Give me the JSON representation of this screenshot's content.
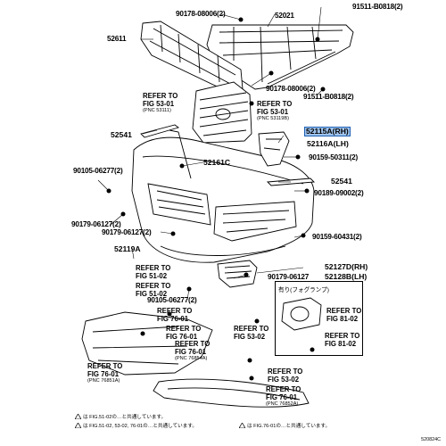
{
  "parts": {
    "p90178_08006_2": "90178-08006(2)",
    "p52021": "52021",
    "p91511_b0818_2a": "91511-B0818(2)",
    "p52611": "52611",
    "p90178_08006_2b": "90178-08006(2)",
    "p91511_b0818_2b": "91511-B0818(2)",
    "p52541a": "52541",
    "p52115a_rh": "52115A(RH)",
    "p52116a_lh": "52116A(LH)",
    "p52161c": "52161C",
    "p90159_50311_2": "90159-50311(2)",
    "p90105_06277_2": "90105-06277(2)",
    "p52541b": "52541",
    "p90189_09002_2": "90189-09002(2)",
    "p90179_06127_2a": "90179-06127(2)",
    "p90179_06127_2b": "90179-06127(2)",
    "p90159_60431_2": "90159-60431(2)",
    "p52119a": "52119A",
    "p52127d_rh": "52127D(RH)",
    "p52128b_lh": "52128B(LH)",
    "p90179_06127": "90179-06127",
    "p90105_06277_2b": "90105-06277(2)"
  },
  "refs": {
    "r1": {
      "l1": "REFER TO",
      "l2": "FIG 53-01",
      "pnc": "(PNC 53111)"
    },
    "r2": {
      "l1": "REFER TO",
      "l2": "FIG 53-01",
      "pnc": "(PNC 53119B)"
    },
    "r3": {
      "l1": "REFER TO",
      "l2": "FIG 51-02"
    },
    "r4": {
      "l1": "REFER TO",
      "l2": "FIG 51-02"
    },
    "r5": {
      "l1": "REFER TO",
      "l2": "FIG 76-01"
    },
    "r6": {
      "l1": "REFER TO",
      "l2": "FIG 76-01"
    },
    "r7": {
      "l1": "REFER TO",
      "l2": "FIG 76-01",
      "pnc": "(PNC 76854A)"
    },
    "r8": {
      "l1": "REFER TO",
      "l2": "FIG 76-01",
      "pnc": "(PNC 76851A)"
    },
    "r9": {
      "l1": "REFER TO",
      "l2": "FIG 53-02"
    },
    "r10": {
      "l1": "REFER TO",
      "l2": "FIG 53-02"
    },
    "r11": {
      "l1": "REFER TO",
      "l2": "FIG 76-01",
      "pnc": "(PNC 76852A)"
    },
    "r12": {
      "l1": "REFER TO",
      "l2": "FIG 81-02"
    },
    "r13": {
      "l1": "REFER TO",
      "l2": "FIG 81-02"
    }
  },
  "fog_box_title": "有り(フォグランプ)",
  "footnotes": {
    "n1": "は FIG.51-02の…と共通しています。",
    "n2": "は FIG.51-02, 53-02, 76-01の…と共通しています。",
    "n3": "は FIG.76-01の…と共通しています。"
  },
  "diagram_code": "520824C",
  "colors": {
    "highlight": "#9fc3ec",
    "highlight_border": "#1d5fb3"
  }
}
